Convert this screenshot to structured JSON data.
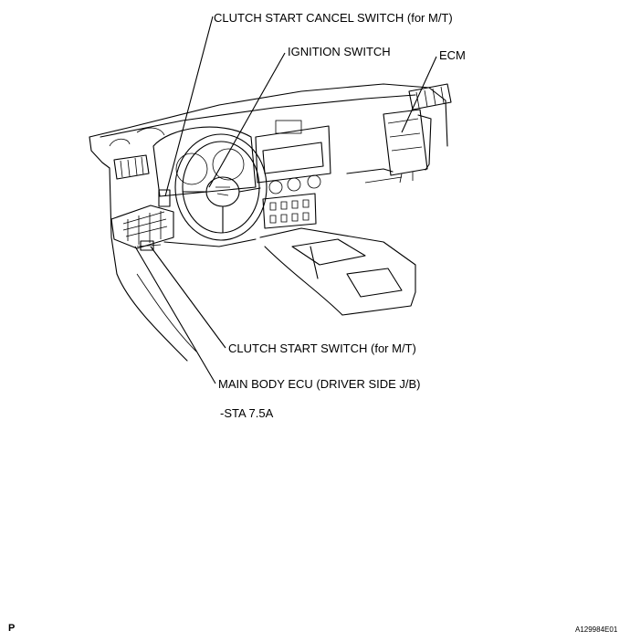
{
  "labels": {
    "clutch_start_cancel_switch": "CLUTCH START CANCEL SWITCH (for M/T)",
    "ignition_switch": "IGNITION SWITCH",
    "ecm": "ECM",
    "clutch_start_switch": "CLUTCH START SWITCH (for M/T)",
    "main_body_ecu": "MAIN BODY ECU (DRIVER SIDE J/B)",
    "fuse": "-STA 7.5A"
  },
  "footer": {
    "page_marker": "P",
    "figure_id": "A129984E01"
  }
}
